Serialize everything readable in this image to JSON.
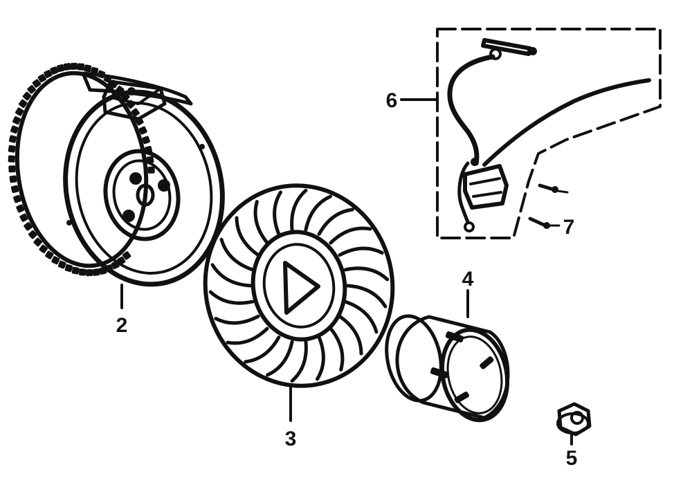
{
  "callouts": {
    "flywheel": "2",
    "fan": "3",
    "cup": "4",
    "nut": "5",
    "ignition_coil": "6",
    "screws": "7"
  },
  "colors": {
    "ink": "#111111",
    "paper": "#ffffff"
  }
}
